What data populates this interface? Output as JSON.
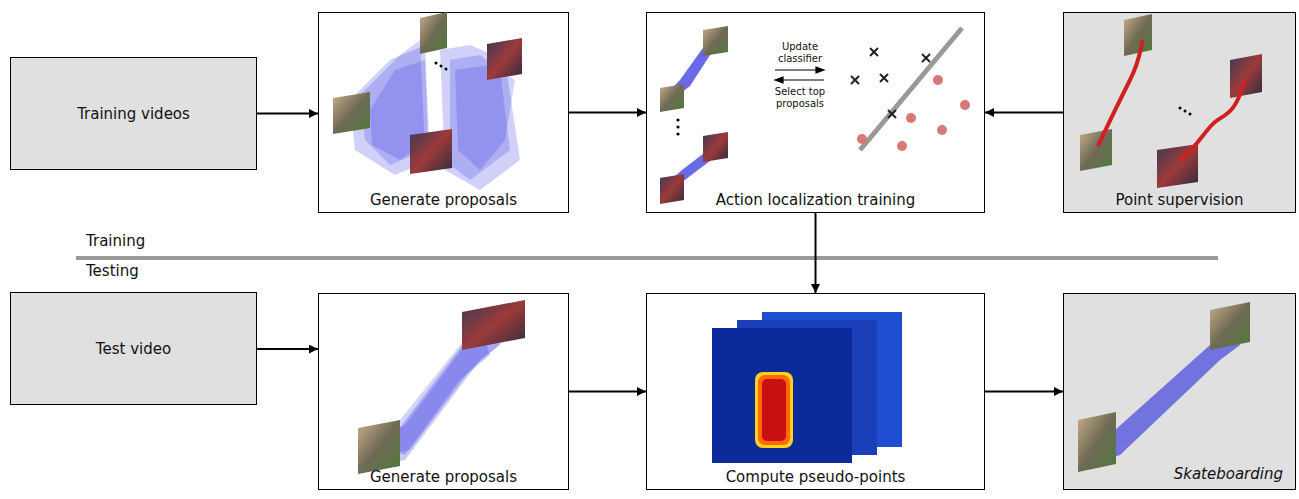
{
  "diagram": {
    "nodes": [
      {
        "text": [
          "Training videos"
        ]
      },
      {
        "text": [
          "Generate proposals"
        ]
      },
      {
        "text": [
          "Action localization training"
        ]
      },
      {
        "text": [
          "Point supervision"
        ]
      },
      {
        "text": [
          "Test video"
        ]
      },
      {
        "text": [
          "Generate proposals"
        ]
      },
      {
        "text": [
          "Compute pseudo-points"
        ]
      },
      {
        "text": [
          "Skateboarding"
        ]
      }
    ],
    "edges": [
      {
        "from": 0,
        "to": 1,
        "arrow": "to"
      },
      {
        "from": 1,
        "to": 2,
        "arrow": "to"
      },
      {
        "from": 3,
        "to": 2,
        "arrow": "to"
      },
      {
        "from": 2,
        "to": 6,
        "arrow": "to"
      },
      {
        "from": 4,
        "to": 5,
        "arrow": "to"
      },
      {
        "from": 5,
        "to": 6,
        "arrow": "to"
      },
      {
        "from": 6,
        "to": 7,
        "arrow": "to"
      }
    ],
    "labels": [
      "Training",
      "Testing",
      "Update classifier",
      "Select top proposals"
    ]
  }
}
